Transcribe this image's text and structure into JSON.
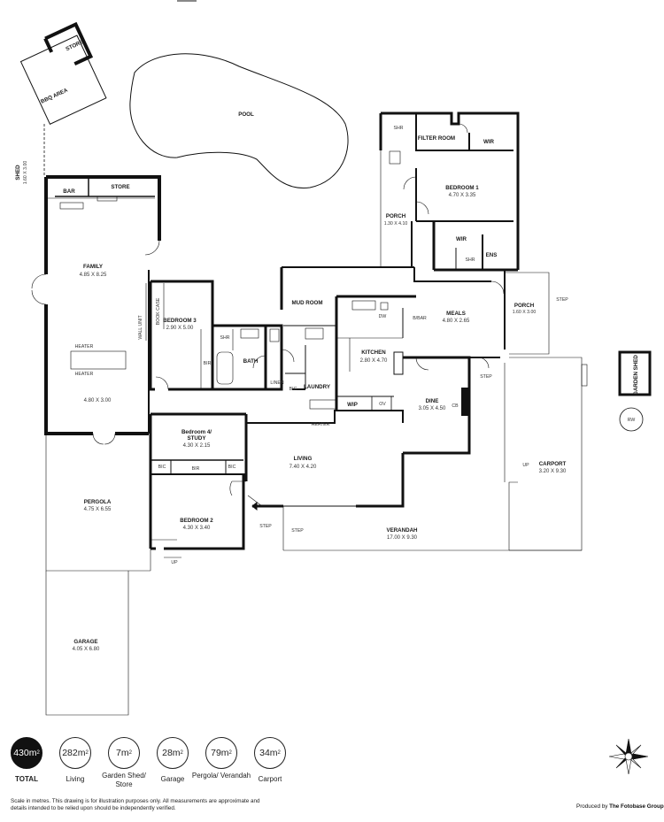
{
  "rooms": {
    "store_top": "STORE",
    "bbq_area": "BBQ AREA",
    "pool": "POOL",
    "shed_name": "SHED",
    "shed_dims": "1.60 X 3.00",
    "bar": "BAR",
    "store_bar": "STORE",
    "family": "FAMILY",
    "family_dims": "4.85 X 8.25",
    "heater_1": "HEATER",
    "heater_2": "HEATER",
    "family_dims_2": "4.80 X 3.00",
    "wall_unit": "WALL UNIT",
    "book_case": "BOOK CASE",
    "bedroom3": "BEDROOM 3",
    "bedroom3_dims": "2.90 X 5.00",
    "bir": "BIR",
    "shr_bath": "SHR",
    "bath": "BATH",
    "linen": "LINEN",
    "bic_laundry": "BIC",
    "laundry": "LAUNDRY",
    "mud_room": "MUD ROOM",
    "dw": "DW",
    "kitchen": "KITCHEN",
    "kitchen_dims": "2.80 X 4.70",
    "bbar": "B/BAR",
    "meals": "MEALS",
    "meals_dims": "4.80 X 2.65",
    "wip": "WIP",
    "ov": "OV",
    "dine": "DINE",
    "dine_dims": "3.05 X 4.50",
    "cb": "CB",
    "heater_living": "HEATER",
    "living": "LIVING",
    "living_dims": "7.40 X 4.20",
    "shr_ens": "SHR",
    "filter_room": "FILTER ROOM",
    "wir_top": "WIR",
    "bedroom1": "BEDROOM 1",
    "bedroom1_dims": "4.70 X 3.35",
    "porch_left": "PORCH",
    "porch_left_dims": "1.30 X 4.10",
    "wir_ens": "WIR",
    "shr_small": "SHR",
    "ens": "ENS",
    "step_top": "STEP",
    "porch_right": "PORCH",
    "porch_right_dims": "1.60 X 3.00",
    "step_porch": "STEP",
    "step_dine": "STEP",
    "garden_shed": "GARDEN SHED",
    "rw": "RW",
    "bedroom4": "Bedroom 4/",
    "bedroom4_b": "STUDY",
    "bedroom4_dims": "4.30 X 2.15",
    "bic_a": "BIC",
    "bir_b4": "BIR",
    "bic_b": "BIC",
    "pergola": "PERGOLA",
    "pergola_dims": "4.75 X 6.55",
    "bedroom2": "BEDROOM 2",
    "bedroom2_dims": "4.30 X 3.40",
    "up_bed2": "UP",
    "step_verandah": "STEP",
    "verandah": "VERANDAH",
    "verandah_dims": "17.00 X 9.30",
    "up_carport": "UP",
    "carport": "CARPORT",
    "carport_dims": "3.20 X 9.30",
    "garage": "GARAGE",
    "garage_dims": "4.05 X 6.80"
  },
  "areas": [
    {
      "value": "430",
      "unit": "m",
      "sup": "2",
      "label": "TOTAL"
    },
    {
      "value": "282",
      "unit": "m",
      "sup": "2",
      "label": "Living"
    },
    {
      "value": "7",
      "unit": "m",
      "sup": "2",
      "label": "Garden Shed/ Store"
    },
    {
      "value": "28",
      "unit": "m",
      "sup": "2",
      "label": "Garage"
    },
    {
      "value": "79",
      "unit": "m",
      "sup": "2",
      "label": "Pergola/ Verandah"
    },
    {
      "value": "34",
      "unit": "m",
      "sup": "2",
      "label": "Carport"
    }
  ],
  "disclaimer": "Scale in metres. This drawing is for illustration purposes only. All measurements are approximate and details intended to be relied upon should be independently verified.",
  "producer_prefix": "Produced by",
  "producer_name": "The Fotobase Group",
  "compass_icon": "compass-rose-icon"
}
